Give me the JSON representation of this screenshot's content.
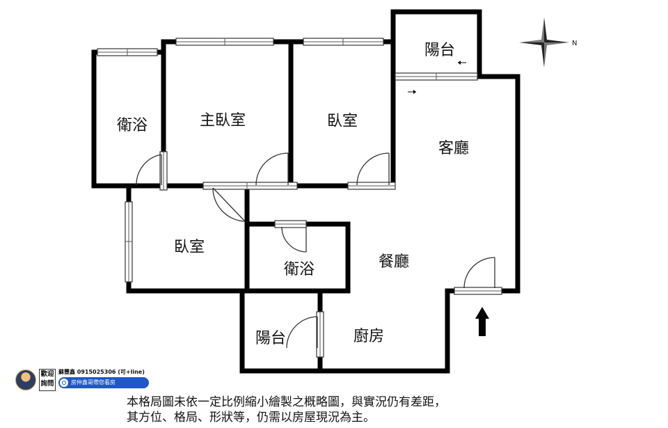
{
  "rooms": {
    "bath_1": "衛浴",
    "master_bedroom": "主臥室",
    "bedroom_1": "臥室",
    "balcony_1": "陽台",
    "living_room": "客廳",
    "bedroom_2": "臥室",
    "bath_2": "衛浴",
    "dining_room": "餐廳",
    "balcony_2": "陽台",
    "kitchen": "廚房"
  },
  "compass": {
    "north_label": "N"
  },
  "agent": {
    "welcome_line1": "歡迎",
    "welcome_line2": "詢問",
    "contact": "蘇豐鑫 0915025306 (可+line)",
    "search_text": "房仲鑫哥帶您看房"
  },
  "disclaimer": {
    "line1": "本格局圖未依一定比例縮小繪製之概略圖，與實況仍有差距，",
    "line2": "其方位、格局、形狀等，仍需以房屋現況為主。"
  },
  "colors": {
    "wall": "#000000",
    "agent_pill": "#1f57c9"
  }
}
